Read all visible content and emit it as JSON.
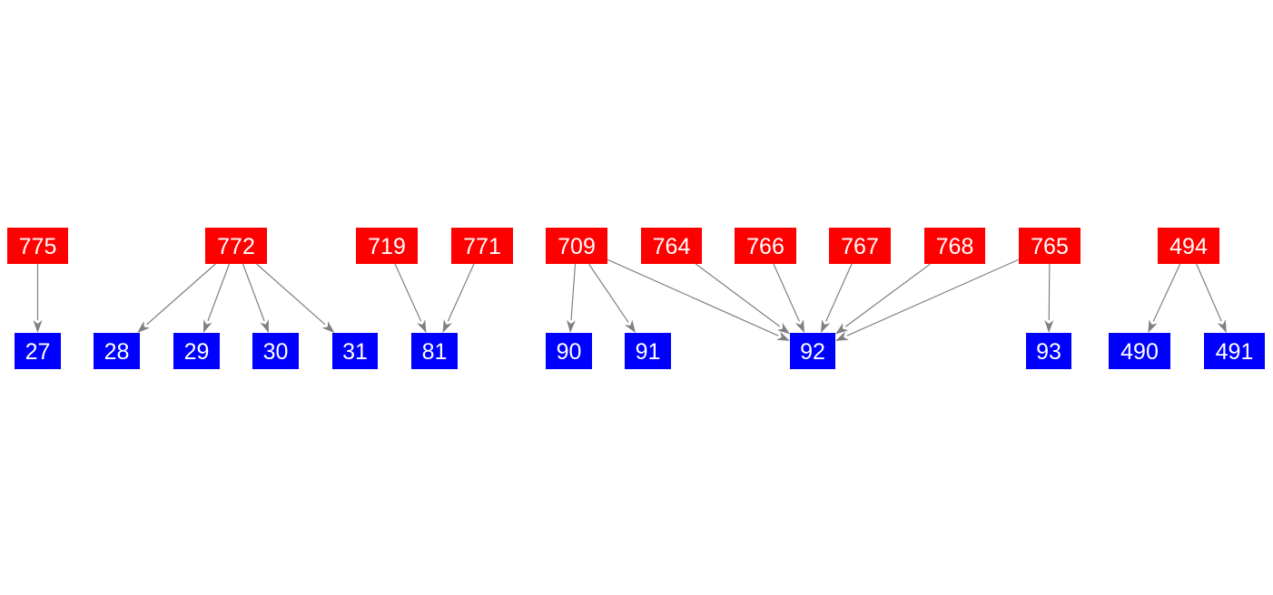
{
  "colors": {
    "source": "#ff0000",
    "target": "#0000ff",
    "edge": "#808080",
    "label": "#ffffff"
  },
  "nodes": [
    {
      "id": "775",
      "kind": "source"
    },
    {
      "id": "772",
      "kind": "source"
    },
    {
      "id": "719",
      "kind": "source"
    },
    {
      "id": "771",
      "kind": "source"
    },
    {
      "id": "709",
      "kind": "source"
    },
    {
      "id": "764",
      "kind": "source"
    },
    {
      "id": "766",
      "kind": "source"
    },
    {
      "id": "767",
      "kind": "source"
    },
    {
      "id": "768",
      "kind": "source"
    },
    {
      "id": "765",
      "kind": "source"
    },
    {
      "id": "494",
      "kind": "source"
    },
    {
      "id": "27",
      "kind": "target"
    },
    {
      "id": "28",
      "kind": "target"
    },
    {
      "id": "29",
      "kind": "target"
    },
    {
      "id": "30",
      "kind": "target"
    },
    {
      "id": "31",
      "kind": "target"
    },
    {
      "id": "81",
      "kind": "target"
    },
    {
      "id": "90",
      "kind": "target"
    },
    {
      "id": "91",
      "kind": "target"
    },
    {
      "id": "92",
      "kind": "target"
    },
    {
      "id": "93",
      "kind": "target"
    },
    {
      "id": "490",
      "kind": "target"
    },
    {
      "id": "491",
      "kind": "target"
    }
  ],
  "edges": [
    [
      "775",
      "27"
    ],
    [
      "772",
      "28"
    ],
    [
      "772",
      "29"
    ],
    [
      "772",
      "30"
    ],
    [
      "772",
      "31"
    ],
    [
      "719",
      "81"
    ],
    [
      "771",
      "81"
    ],
    [
      "709",
      "90"
    ],
    [
      "709",
      "91"
    ],
    [
      "709",
      "92"
    ],
    [
      "764",
      "92"
    ],
    [
      "766",
      "92"
    ],
    [
      "767",
      "92"
    ],
    [
      "768",
      "92"
    ],
    [
      "765",
      "92"
    ],
    [
      "765",
      "93"
    ],
    [
      "494",
      "490"
    ],
    [
      "494",
      "491"
    ]
  ]
}
